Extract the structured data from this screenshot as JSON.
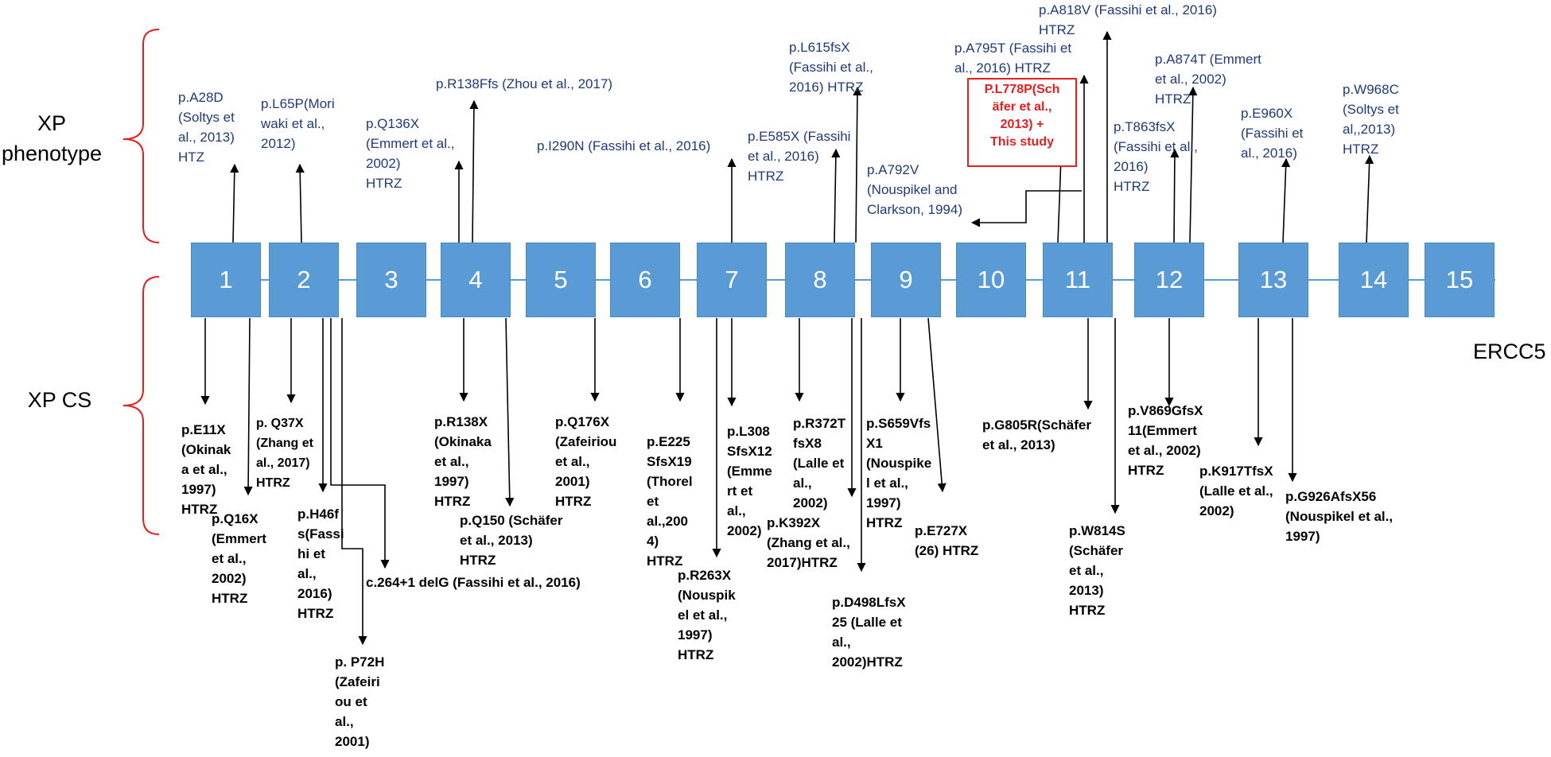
{
  "gene": "ERCC5",
  "groups": {
    "xp": "XP\nphenotype",
    "xpcs": "XP CS"
  },
  "colors": {
    "exon_fill": "#5b9bd5",
    "top_text": "#1f3a7a",
    "bracket": "#e31e1e",
    "highlight": "#e31e1e"
  },
  "exons": [
    "1",
    "2",
    "3",
    "4",
    "5",
    "6",
    "7",
    "8",
    "9",
    "10",
    "11",
    "12",
    "13",
    "14",
    "15"
  ],
  "xp_mutations": [
    "p.A28D\n(Soltys et\nal., 2013)\nHTZ",
    "p.L65P(Mori\nwaki et al.,\n2012)",
    "p.Q136X\n(Emmert et al.,\n2002)\nHTRZ",
    "p.R138Ffs (Zhou et al., 2017)",
    "p.I290N (Fassihi et al., 2016)",
    "p.E585X (Fassihi\net al., 2016)\nHTRZ",
    "p.L615fsX\n(Fassihi et al.,\n2016) HTRZ",
    "p.A792V\n(Nouspikel and\nClarkson, 1994)",
    "p.A795T (Fassihi et\nal., 2016) HTRZ",
    "p.A818V (Fassihi et al., 2016)\nHTRZ",
    "p.T863fsX\n(Fassihi et al.,\n2016)\nHTRZ",
    "p.A874T (Emmert\net al., 2002)\nHTRZ",
    "p.E960X\n(Fassihi et\nal., 2016)",
    "p.W968C\n(Soltys et\nal,,2013)\nHTRZ"
  ],
  "highlight": "P.L778P(Sch\näfer et al.,\n2013) +\nThis study",
  "xpcs_mutations": [
    "p.E11X\n(Okinak\na et al.,\n1997)\nHTRZ",
    "p.Q16X\n(Emmert\net al.,\n2002)\nHTRZ",
    "p. Q37X\n(Zhang et\nal., 2017)\nHTRZ",
    "p.H46f\ns(Fassi\nhi et\nal.,\n2016)\nHTRZ",
    "c.264+1 delG (Fassihi et al., 2016)",
    "p. P72H\n(Zafeiri\nou et\nal.,\n2001)",
    "p.R138X\n(Okinaka\net al.,\n1997)\nHTRZ",
    "p.Q150 (Schäfer\net al., 2013)\nHTRZ",
    "p.Q176X\n(Zafeiriou\net al.,\n2001)\nHTRZ",
    "p.E225\nSfsX19\n(Thorel\net\nal.,200\n4)\nHTRZ",
    "p.R263X\n(Nouspik\nel et al.,\n1997)\nHTRZ",
    "p.L308\nSfsX12\n(Emme\nrt et\nal.,\n2002)",
    "p.R372T\nfsX8\n(Lalle et\nal.,\n2002)",
    "p.K392X\n(Zhang et al.,\n2017)HTRZ",
    "p.D498LfsX\n25 (Lalle et\nal.,\n2002)HTRZ",
    "p.S659Vfs\nX1\n(Nouspike\nl et al.,\n1997)\nHTRZ",
    "p.E727X\n(26) HTRZ",
    "p.G805R(Schäfer\net al., 2013)",
    "p.W814S\n(Schäfer\net al.,\n2013)\nHTRZ",
    "p.V869GfsX\n11(Emmert\net al., 2002)\nHTRZ",
    "p.K917TfsX\n(Lalle et al.,\n2002)",
    "p.G926AfsX56\n(Nouspikel et al.,\n1997)"
  ]
}
